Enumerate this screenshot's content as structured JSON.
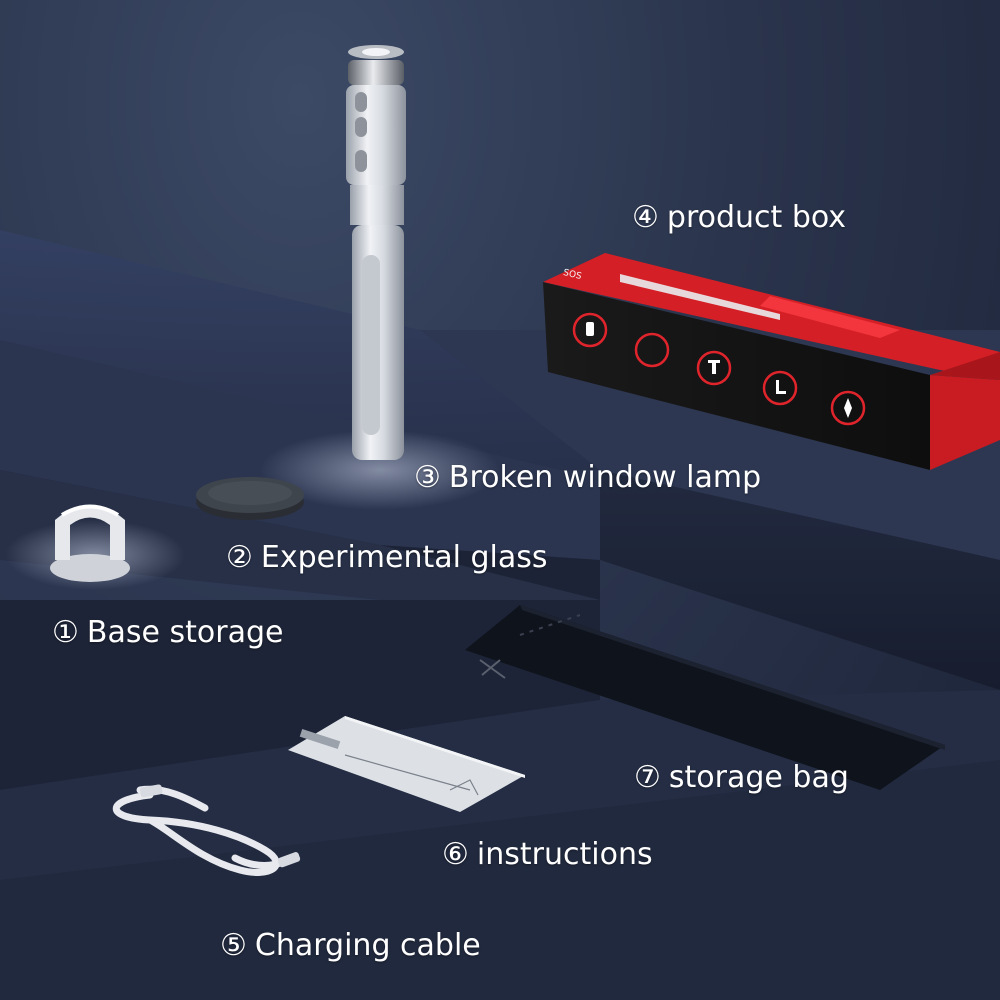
{
  "palette": {
    "background": "#2a344c",
    "surface_top": "#2f3a54",
    "surface_side": "#1d2437",
    "box_red": "#d51f26",
    "box_black": "#151515",
    "text": "#ffffff"
  },
  "items": [
    {
      "id": "lbl-1",
      "number": "①",
      "name": "Base storage"
    },
    {
      "id": "lbl-2",
      "number": "②",
      "name": "Experimental glass"
    },
    {
      "id": "lbl-3",
      "number": "③",
      "name": "Broken window lamp"
    },
    {
      "id": "lbl-4",
      "number": "④",
      "name": "product box"
    },
    {
      "id": "lbl-5",
      "number": "⑤",
      "name": "Charging cable"
    },
    {
      "id": "lbl-6",
      "number": "⑥",
      "name": "instructions"
    },
    {
      "id": "lbl-7",
      "number": "⑦",
      "name": "storage bag"
    }
  ],
  "box": {
    "badge": "SOS"
  },
  "icons": [
    "flashlight-icon",
    "sos-icon",
    "hammer-icon",
    "usb-icon",
    "compass-icon"
  ]
}
